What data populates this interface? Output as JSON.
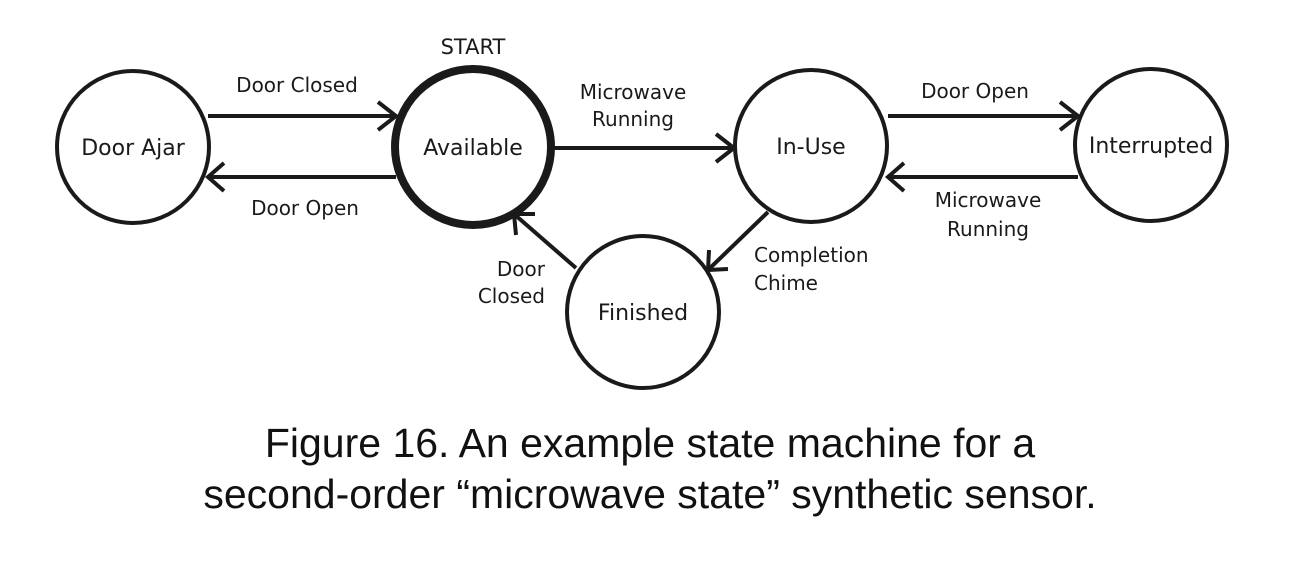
{
  "diagram": {
    "start_marker": "START",
    "states": {
      "door_ajar": "Door Ajar",
      "available": "Available",
      "in_use": "In-Use",
      "interrupted": "Interrupted",
      "finished": "Finished"
    },
    "transitions": {
      "ajar_to_available": "Door Closed",
      "available_to_ajar": "Door Open",
      "available_to_inuse": [
        "Microwave",
        "Running"
      ],
      "inuse_to_interrupted": "Door Open",
      "interrupted_to_inuse": [
        "Microwave",
        "Running"
      ],
      "inuse_to_finished": [
        "Completion",
        "Chime"
      ],
      "finished_to_available": [
        "Door",
        "Closed"
      ]
    }
  },
  "caption": {
    "line1": "Figure 16. An example state machine for a",
    "line2": "second-order “microwave state” synthetic sensor."
  }
}
